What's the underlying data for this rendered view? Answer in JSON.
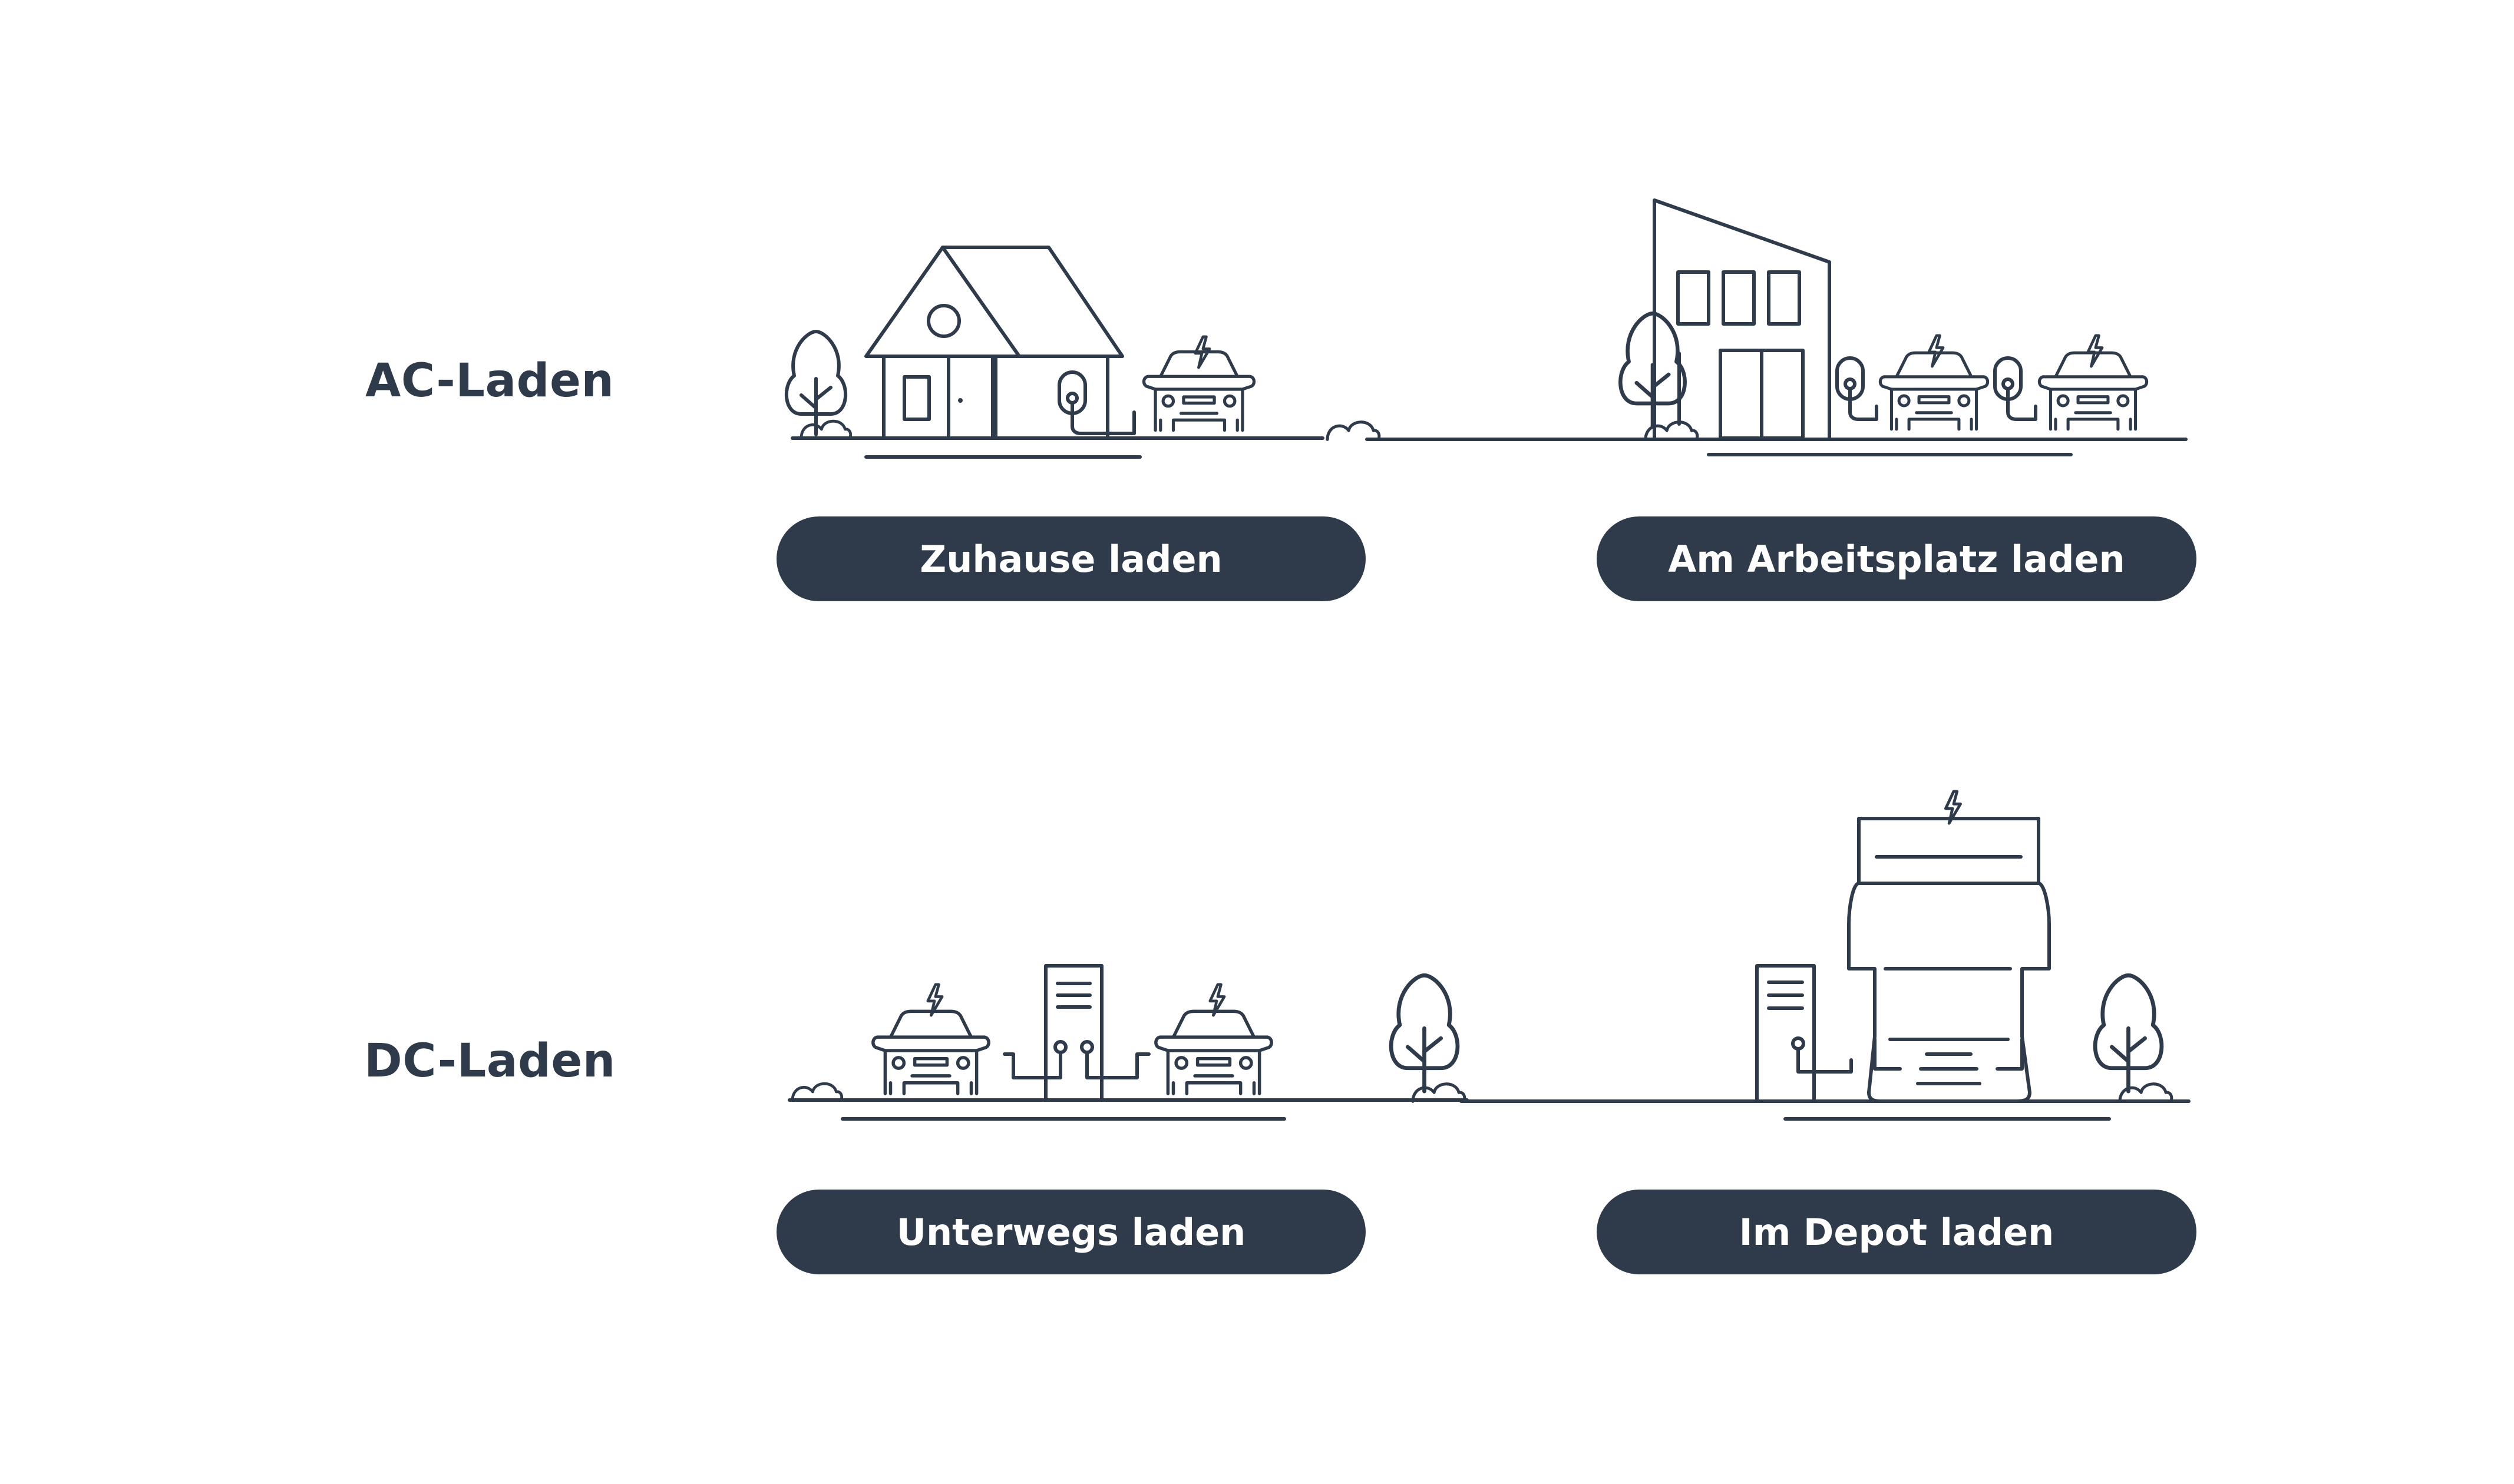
{
  "sections": [
    {
      "label": "AC-Laden",
      "buttons": [
        "Zuhause laden",
        "Am Arbeitsplatz laden"
      ]
    },
    {
      "label": "DC-Laden",
      "buttons": [
        "Unterwegs laden",
        "Im Depot laden"
      ]
    }
  ],
  "colors": {
    "ink": "#2f3b4a",
    "background": "#ffffff",
    "button_text": "#ffffff"
  },
  "icons": [
    "house-icon",
    "wallbox-icon",
    "electric-car-icon",
    "office-building-icon",
    "dc-charging-station-icon",
    "electric-truck-icon",
    "tree-icon",
    "bush-icon",
    "lightning-bolt-icon"
  ]
}
